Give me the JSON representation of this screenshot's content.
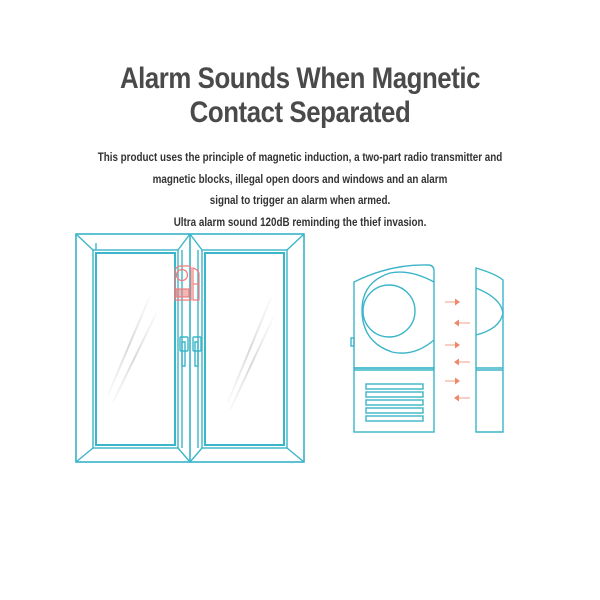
{
  "heading": {
    "line1": "Alarm Sounds When Magnetic",
    "line2": "Contact Separated"
  },
  "description": {
    "lines": [
      "This product uses the principle of magnetic induction, a two-part radio transmitter and",
      "magnetic blocks, illegal open doors and windows and an alarm",
      "signal to trigger an alarm when armed.",
      "Ultra alarm sound 120dB reminding the thief invasion."
    ]
  },
  "illustration": {
    "window": {
      "style": "double casement window outline",
      "stroke_color": "#3bb5c9",
      "sensor_color": "#f07a7a"
    },
    "sensor": {
      "style": "alarm unit and magnet outline",
      "stroke_color": "#3bb5c9",
      "arrow_color": "#f0876a",
      "arrows": [
        "right",
        "left",
        "right",
        "left",
        "right",
        "left"
      ]
    }
  },
  "colors": {
    "title": "#4a4a4a",
    "text": "#333333",
    "line": "#3bb5c9",
    "accent": "#f07a7a"
  }
}
